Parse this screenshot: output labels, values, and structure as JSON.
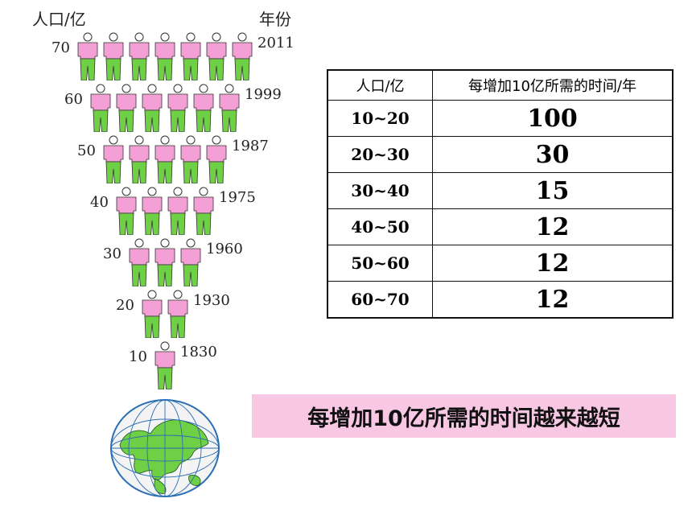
{
  "chart_data": {
    "type": "pictograph",
    "ylabel": "人口/亿",
    "xlabel": "年份",
    "rows": [
      {
        "population": 70,
        "year": "2011",
        "figures": 7
      },
      {
        "population": 60,
        "year": "1999",
        "figures": 6
      },
      {
        "population": 50,
        "year": "1987",
        "figures": 5
      },
      {
        "population": 40,
        "year": "1975",
        "figures": 4
      },
      {
        "population": 30,
        "year": "1960",
        "figures": 3
      },
      {
        "population": 20,
        "year": "1930",
        "figures": 2
      },
      {
        "population": 10,
        "year": "1830",
        "figures": 1
      }
    ],
    "colors": {
      "shirt": "#f4a0d6",
      "pants": "#6fcf45",
      "outline": "#333333"
    }
  },
  "table": {
    "headers": [
      "人口/亿",
      "每增加10亿所需的时间/年"
    ],
    "rows": [
      [
        "10~20",
        "100"
      ],
      [
        "20~30",
        "30"
      ],
      [
        "30~40",
        "15"
      ],
      [
        "40~50",
        "12"
      ],
      [
        "50~60",
        "12"
      ],
      [
        "60~70",
        "12"
      ]
    ]
  },
  "note": {
    "text": "每增加10亿所需的时间越来越短",
    "background": "#f8c7e3"
  },
  "globe": {
    "ocean": "#f4f4f4",
    "land": "#6fcf45",
    "grid": "#2a6fb5"
  }
}
